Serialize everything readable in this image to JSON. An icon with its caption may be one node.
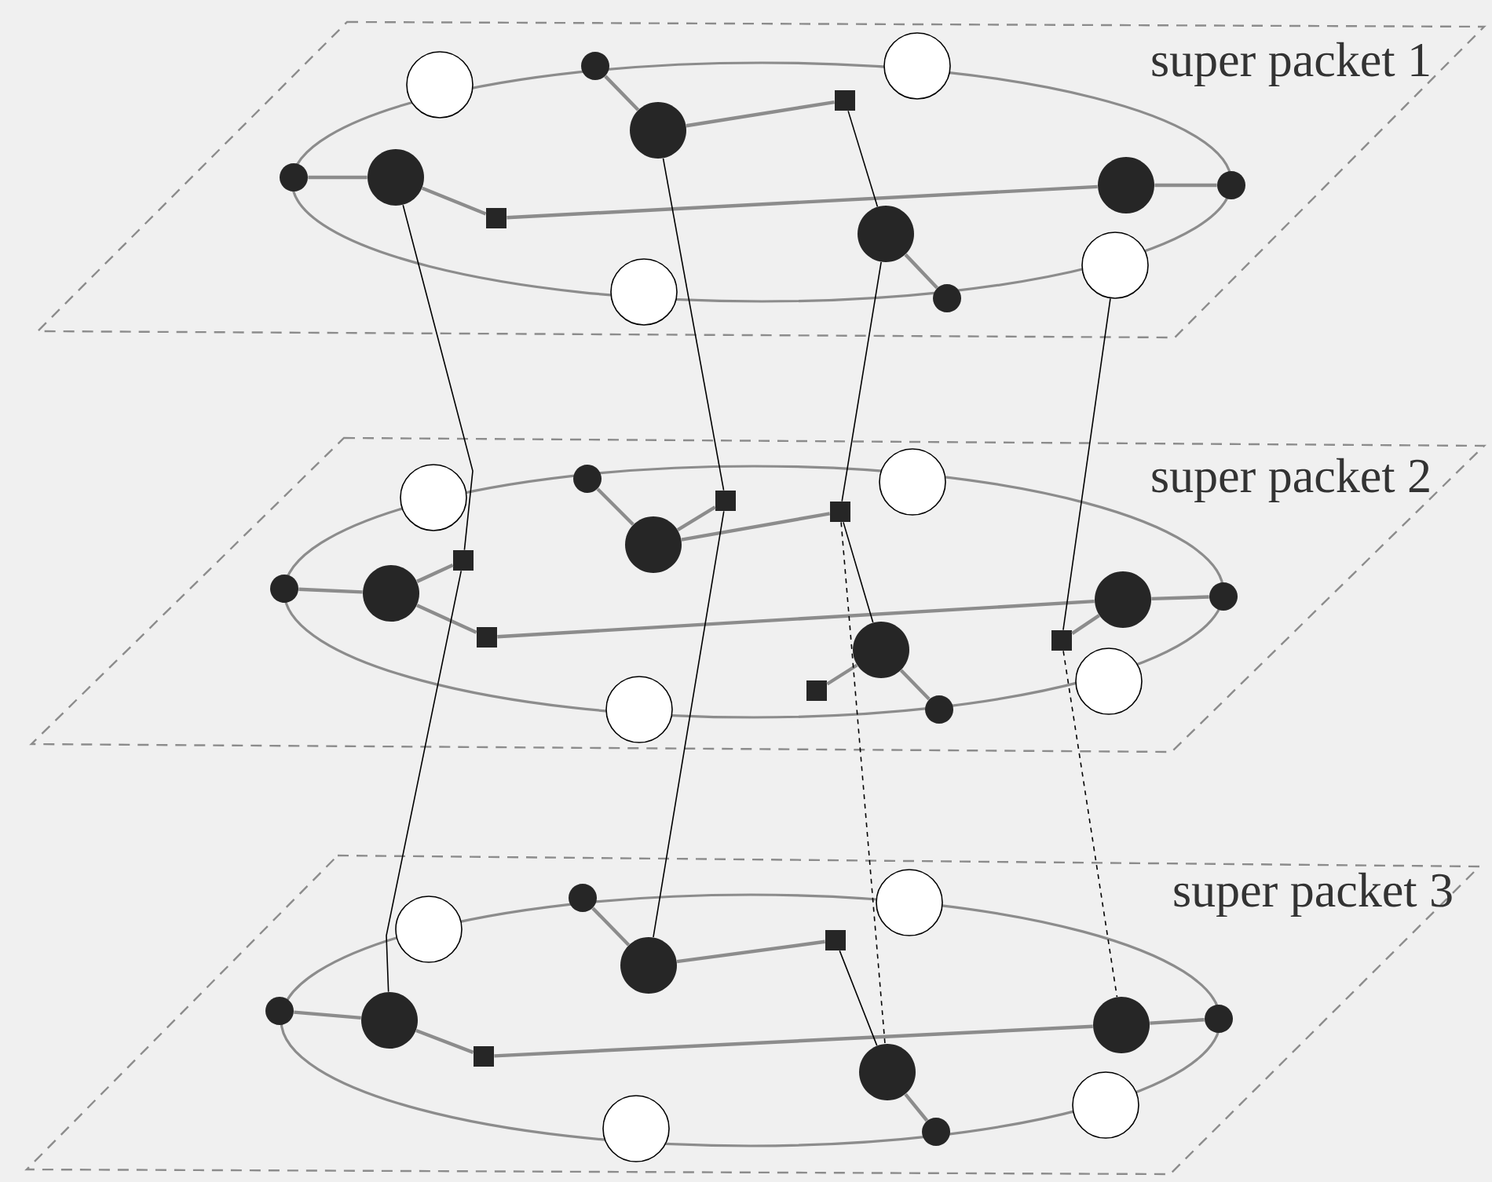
{
  "diagram": {
    "nodes": [
      {
        "text": [
          "super packet 1"
        ]
      },
      {
        "text": [],
        "shape": "dot",
        "in": 0
      },
      {
        "text": [],
        "shape": "circle",
        "in": 0
      },
      {
        "text": [],
        "shape": "circle",
        "in": 0
      },
      {
        "text": [],
        "shape": "square",
        "in": 0
      },
      {
        "text": [],
        "shape": "disc",
        "in": 0
      },
      {
        "text": [],
        "shape": "dot",
        "in": 0
      },
      {
        "text": [],
        "shape": "disc",
        "in": 0
      },
      {
        "text": [],
        "shape": "disc",
        "in": 0
      },
      {
        "text": [],
        "shape": "dot",
        "in": 0
      },
      {
        "text": [],
        "shape": "square",
        "in": 0
      },
      {
        "text": [],
        "shape": "disc",
        "in": 0
      },
      {
        "text": [],
        "shape": "circle",
        "in": 0
      },
      {
        "text": [],
        "shape": "circle",
        "in": 0
      },
      {
        "text": [],
        "shape": "dot",
        "in": 0
      },
      {
        "text": [
          "super packet 2"
        ]
      },
      {
        "text": [],
        "shape": "dot",
        "in": 15
      },
      {
        "text": [],
        "shape": "circle",
        "in": 15
      },
      {
        "text": [],
        "shape": "circle",
        "in": 15
      },
      {
        "text": [],
        "shape": "square",
        "in": 15
      },
      {
        "text": [],
        "shape": "square",
        "in": 15
      },
      {
        "text": [],
        "shape": "disc",
        "in": 15
      },
      {
        "text": [],
        "shape": "square",
        "in": 15
      },
      {
        "text": [],
        "shape": "dot",
        "in": 15
      },
      {
        "text": [],
        "shape": "disc",
        "in": 15
      },
      {
        "text": [],
        "shape": "dot",
        "in": 15
      },
      {
        "text": [],
        "shape": "disc",
        "in": 15
      },
      {
        "text": [],
        "shape": "square",
        "in": 15
      },
      {
        "text": [],
        "shape": "square",
        "in": 15
      },
      {
        "text": [],
        "shape": "disc",
        "in": 15
      },
      {
        "text": [],
        "shape": "circle",
        "in": 15
      },
      {
        "text": [],
        "shape": "square",
        "in": 15
      },
      {
        "text": [],
        "shape": "circle",
        "in": 15
      },
      {
        "text": [],
        "shape": "dot",
        "in": 15
      },
      {
        "text": [
          "super packet 3"
        ]
      },
      {
        "text": [],
        "shape": "dot",
        "in": 34
      },
      {
        "text": [],
        "shape": "circle",
        "in": 34
      },
      {
        "text": [],
        "shape": "circle",
        "in": 34
      },
      {
        "text": [],
        "shape": "square",
        "in": 34
      },
      {
        "text": [],
        "shape": "disc",
        "in": 34
      },
      {
        "text": [],
        "shape": "dot",
        "in": 34
      },
      {
        "text": [],
        "shape": "dot",
        "in": 34
      },
      {
        "text": [],
        "shape": "disc",
        "in": 34
      },
      {
        "text": [],
        "shape": "disc",
        "in": 34
      },
      {
        "text": [],
        "shape": "square",
        "in": 34
      },
      {
        "text": [],
        "shape": "disc",
        "in": 34
      },
      {
        "text": [],
        "shape": "circle",
        "in": 34
      },
      {
        "text": [],
        "shape": "circle",
        "in": 34
      },
      {
        "text": [],
        "shape": "dot",
        "in": 34
      }
    ],
    "edges": [
      {
        "from": 6,
        "to": 7,
        "arrow": "none"
      },
      {
        "from": 7,
        "to": 10,
        "arrow": "none"
      },
      {
        "from": 10,
        "to": 8,
        "arrow": "none"
      },
      {
        "from": 8,
        "to": 9,
        "arrow": "none"
      },
      {
        "from": 1,
        "to": 5,
        "arrow": "none"
      },
      {
        "from": 5,
        "to": 4,
        "arrow": "none"
      },
      {
        "from": 4,
        "to": 11,
        "arrow": "none",
        "color": "#000000"
      },
      {
        "from": 11,
        "to": 14,
        "arrow": "none"
      },
      {
        "from": 23,
        "to": 24,
        "arrow": "none"
      },
      {
        "from": 24,
        "to": 22,
        "arrow": "none"
      },
      {
        "from": 24,
        "to": 27,
        "arrow": "none"
      },
      {
        "from": 27,
        "to": 26,
        "arrow": "none"
      },
      {
        "from": 28,
        "to": 26,
        "arrow": "none"
      },
      {
        "from": 26,
        "to": 25,
        "arrow": "none"
      },
      {
        "from": 16,
        "to": 21,
        "arrow": "none"
      },
      {
        "from": 21,
        "to": 19,
        "arrow": "none"
      },
      {
        "from": 21,
        "to": 20,
        "arrow": "none"
      },
      {
        "from": 20,
        "to": 29,
        "arrow": "none",
        "color": "#000000"
      },
      {
        "from": 29,
        "to": 31,
        "arrow": "none"
      },
      {
        "from": 29,
        "to": 33,
        "arrow": "none"
      },
      {
        "from": 40,
        "to": 42,
        "arrow": "none"
      },
      {
        "from": 42,
        "to": 44,
        "arrow": "none"
      },
      {
        "from": 44,
        "to": 43,
        "arrow": "none"
      },
      {
        "from": 43,
        "to": 41,
        "arrow": "none"
      },
      {
        "from": 35,
        "to": 39,
        "arrow": "none"
      },
      {
        "from": 39,
        "to": 38,
        "arrow": "none"
      },
      {
        "from": 38,
        "to": 45,
        "arrow": "none",
        "color": "#000000"
      },
      {
        "from": 45,
        "to": 48,
        "arrow": "none"
      },
      {
        "from": 7,
        "to": 22,
        "arrow": "none",
        "color": "#000000"
      },
      {
        "from": 5,
        "to": 19,
        "arrow": "none",
        "color": "#000000"
      },
      {
        "from": 11,
        "to": 20,
        "arrow": "none",
        "color": "#000000"
      },
      {
        "from": 12,
        "to": 28,
        "arrow": "none",
        "color": "#000000"
      },
      {
        "from": 22,
        "to": 42,
        "arrow": "none",
        "color": "#000000"
      },
      {
        "from": 19,
        "to": 39,
        "arrow": "none",
        "color": "#000000"
      },
      {
        "from": 20,
        "to": 45,
        "arrow": "none",
        "style": "dashed",
        "color": "#000000"
      },
      {
        "from": 28,
        "to": 43,
        "arrow": "none",
        "style": "dashed",
        "color": "#000000"
      }
    ]
  }
}
